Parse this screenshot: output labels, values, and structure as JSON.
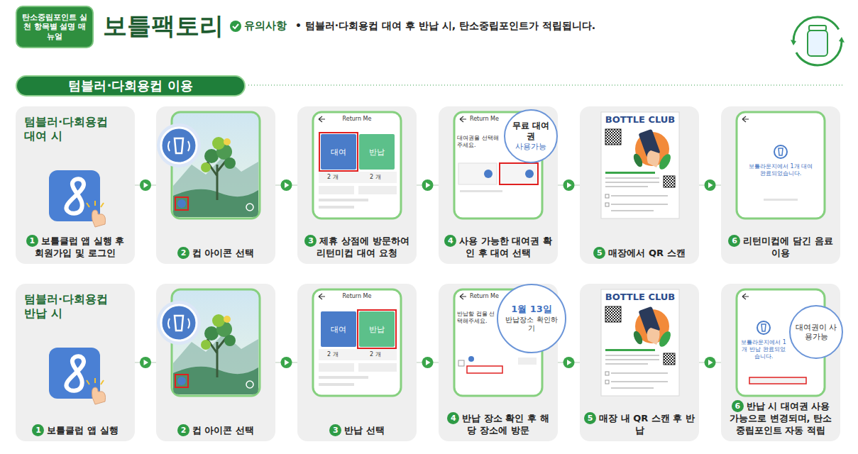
{
  "diagram": {
    "title": "보틀팩토리",
    "nodes": [
      {
        "text": [
          "탄소중립포인트 실천 항목별 설명 매뉴얼"
        ]
      },
      {
        "text": [
          "텀블러·다회용컵 이용"
        ]
      },
      {
        "text": [
          "텀블러·다회용컵 대여 시",
          "1",
          "보틀클럽 앱 실행 후 회원가입 및 로그인"
        ]
      },
      {
        "text": [
          "2",
          "컵 아이콘 선택"
        ]
      },
      {
        "text": [
          "3",
          "제휴 상점에 방문하여 리턴미컵 대여 요청"
        ]
      },
      {
        "text": [
          "4",
          "사용 가능한 대여권 확인 후 대여 선택"
        ]
      },
      {
        "text": [
          "5",
          "매장에서 QR 스캔"
        ]
      },
      {
        "text": [
          "6",
          "리턴미컵에 담긴 음료 이용"
        ]
      },
      {
        "text": [
          "텀블러·다회용컵 반납 시",
          "1",
          "보틀클럽 앱 실행"
        ]
      },
      {
        "text": [
          "2",
          "컵 아이콘 선택"
        ]
      },
      {
        "text": [
          "3",
          "반납 선택"
        ]
      },
      {
        "text": [
          "4",
          "반납 장소 확인 후 해당 장소에 방문"
        ]
      },
      {
        "text": [
          "5",
          "매장 내 QR 스캔 후 반납"
        ]
      },
      {
        "text": [
          "6",
          "반납 시 대여권 사용 가능으로 변경되며, 탄소중립포인트 자동 적립"
        ]
      },
      {
        "text": [
          "대여"
        ],
        "in": 4
      },
      {
        "text": [
          "반납"
        ],
        "in": 4
      },
      {
        "text": [
          "무료 대여권",
          "사용가능"
        ],
        "in": 5
      },
      {
        "text": [
          "대여"
        ],
        "in": 10
      },
      {
        "text": [
          "반납"
        ],
        "in": 10
      },
      {
        "text": [
          "1월 13일",
          "반납장소 확인하기"
        ],
        "in": 11
      },
      {
        "text": [
          "대여권이 사용가능"
        ],
        "in": 13
      }
    ],
    "edges": [
      {
        "from": 2,
        "to": 3,
        "arrow": "to"
      },
      {
        "from": 3,
        "to": 4,
        "arrow": "to"
      },
      {
        "from": 4,
        "to": 5,
        "arrow": "to"
      },
      {
        "from": 5,
        "to": 6,
        "arrow": "to"
      },
      {
        "from": 6,
        "to": 7,
        "arrow": "to"
      },
      {
        "from": 8,
        "to": 9,
        "arrow": "to"
      },
      {
        "from": 9,
        "to": 10,
        "arrow": "to"
      },
      {
        "from": 10,
        "to": 11,
        "arrow": "to"
      },
      {
        "from": 11,
        "to": 12,
        "arrow": "to"
      },
      {
        "from": 12,
        "to": 13,
        "arrow": "to"
      }
    ],
    "labels": [
      "유의사항",
      "• 텀블러·다회용컵 대여 후 반납 시, 탄소중립포인트가 적립됩니다.",
      "Return Me",
      "2 개",
      "2 개",
      "Return Me",
      "대여권을 선택해주세요.",
      "BOTTLE CLUB",
      "보틀라운지에서 1개 대여 완료되었습니다.",
      "Return Me",
      "2 개",
      "2 개",
      "Return Me",
      "반납할 컵을 선택해주세요.",
      "BOTTLE CLUB",
      "보틀라운지에서 1개 반납 완료되었습니다."
    ]
  }
}
